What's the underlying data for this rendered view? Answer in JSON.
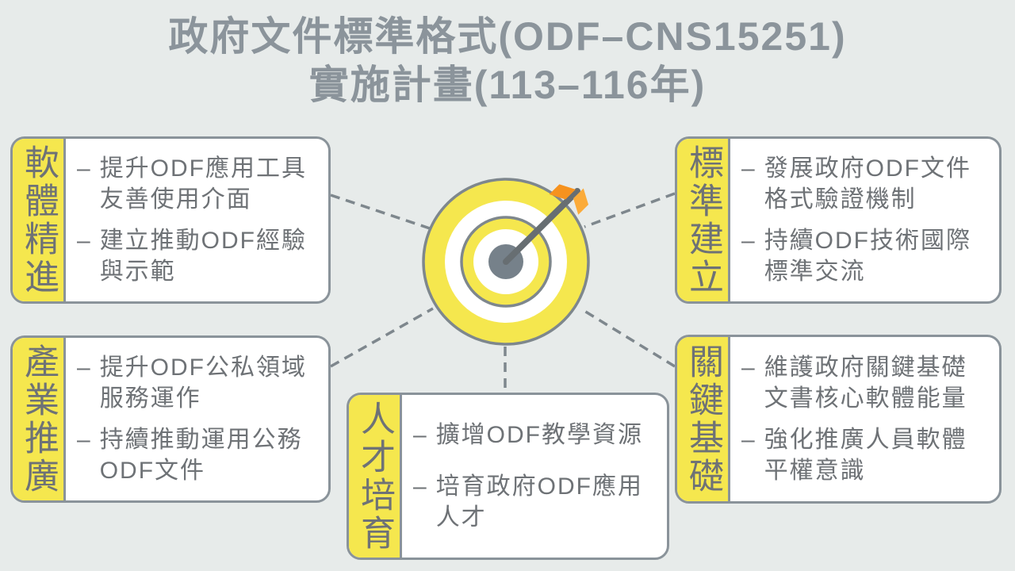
{
  "title": {
    "line1": "政府文件標準格式(ODF–CNS15251)",
    "line2": "實施計畫(113–116年)"
  },
  "ui": {
    "bullet_marker": "–"
  },
  "icons": {
    "center": "bullseye-target-with-arrow-icon"
  },
  "colors": {
    "background": "#e7ebea",
    "title_gray": "#8b949b",
    "text_gray": "#6e7276",
    "border_gray": "#8a939a",
    "connector_gray": "#7e878d",
    "accent_yellow": "#f5e74e",
    "bullseye_gray": "#76818a",
    "arrow_shaft_gray": "#676e72",
    "fletching_orange_dark": "#f6921e",
    "fletching_orange_light": "#fbab3a"
  },
  "boxes": {
    "software": {
      "label": "軟體精進",
      "bullets": [
        "提升ODF應用工具\n友善使用介面",
        "建立推動ODF經驗\n與示範"
      ]
    },
    "standard": {
      "label": "標準建立",
      "bullets": [
        "發展政府ODF文件\n格式驗證機制",
        "持續ODF技術國際\n標準交流"
      ]
    },
    "industry": {
      "label": "產業推廣",
      "bullets": [
        "提升ODF公私領域\n服務運作",
        "持續推動運用公務\nODF文件"
      ]
    },
    "talent": {
      "label": "人才培育",
      "bullets": [
        "擴增ODF教學資源",
        "培育政府ODF應用\n人才"
      ]
    },
    "critical": {
      "label": "關鍵基礎",
      "bullets": [
        "維護政府關鍵基礎\n文書核心軟體能量",
        "強化推廣人員軟體\n平權意識"
      ]
    }
  }
}
